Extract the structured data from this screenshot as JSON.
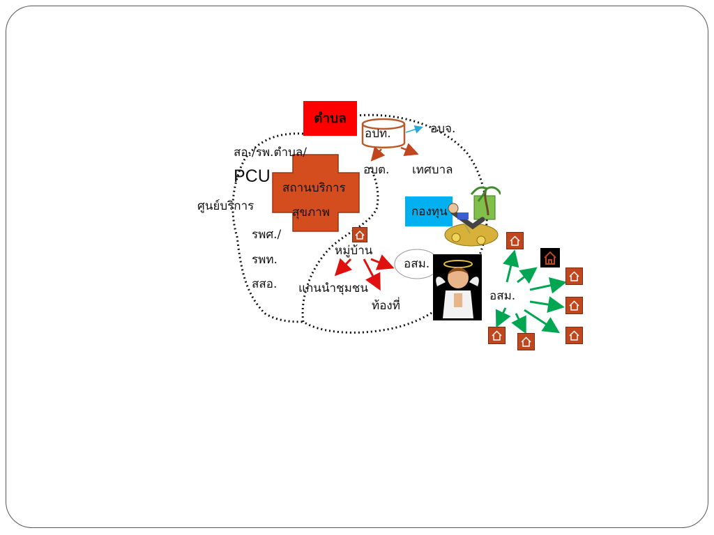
{
  "labels": {
    "tambon": "ตำบล",
    "opt": "อปท.",
    "obj": "อบจ.",
    "obt": "อบต.",
    "municipality": "เทศบาล",
    "so_rp": "สอ./รพ.ตำบล/",
    "pcu": "PCU",
    "service_center": "ศูนย์บริการ",
    "health_service_1": "สถานบริการ",
    "health_service_2": "สุขภาพ",
    "rps": "รพศ./",
    "rpt": "รพท.",
    "sso": "สสอ.",
    "village": "หมู่บ้าน",
    "osm_oval": "อสม.",
    "community_leaders": "แกนนำชุมชน",
    "local_area": "ท้องที่",
    "fund": "กองทุน",
    "osm_right": "อสม."
  },
  "colors": {
    "tambon_box": "#ff0000",
    "cross": "#d44d1e",
    "fund_box": "#00b0f0",
    "red_arrow": "#e01010",
    "green_arrow": "#00a651",
    "brown_arrow": "#c0461d",
    "house": "#c0461d"
  }
}
